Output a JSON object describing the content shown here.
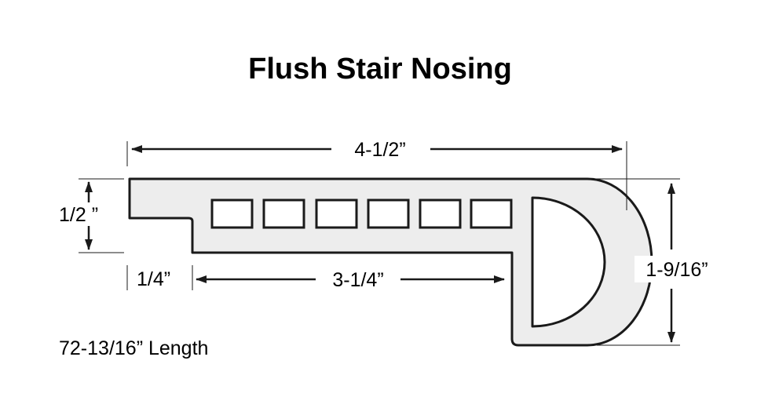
{
  "diagram": {
    "title": "Flush Stair Nosing",
    "overall_width": "4-1/2”",
    "lip_height": "1/2 ”",
    "step_width": "1/4”",
    "bottom_width": "3-1/4”",
    "total_height": "1-9/16”",
    "length_note": "72-13/16” Length",
    "hollow_cells": 6,
    "colors": {
      "profile_fill": "#ededed",
      "profile_stroke": "#1a1a1a",
      "dimension_lines": "#1a1a1a",
      "background": "#ffffff"
    }
  }
}
